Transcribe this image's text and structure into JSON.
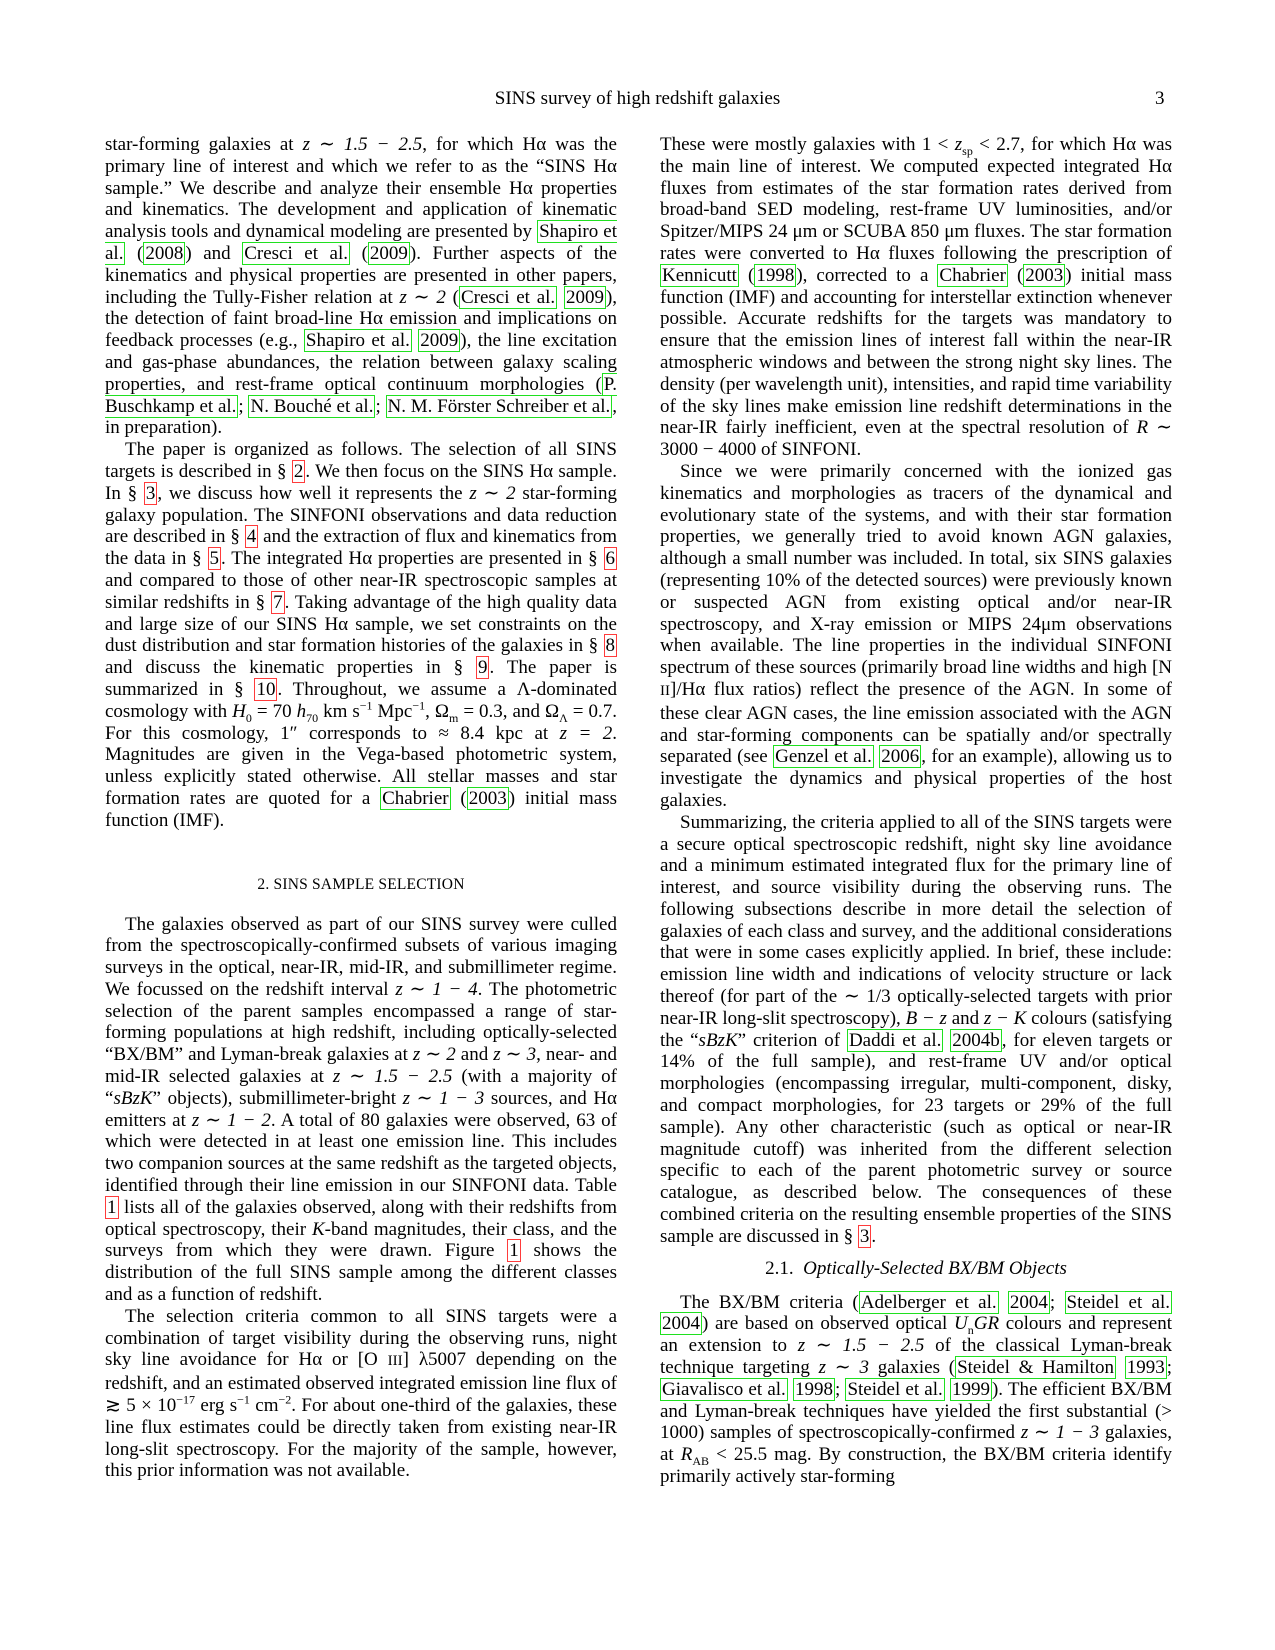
{
  "header": {
    "running_title": "SINS survey of high redshift galaxies",
    "page_number": "3"
  },
  "left_column": {
    "p1": [
      "star-forming galaxies at ",
      "z ∼ 1.5 − 2.5",
      ", for which Hα was the primary line of interest and which we refer to as the “SINS Hα sample.” We describe and analyze their ensemble Hα properties and kinematics. The development and application of kinematic analysis tools and dynamical modeling are presented by ",
      "Shapiro et al.",
      " (",
      "2008",
      ") and ",
      "Cresci et al.",
      " (",
      "2009",
      "). Further aspects of the kinematics and physical properties are presented in other papers, including the Tully-Fisher relation at ",
      "z ∼ 2",
      " (",
      "Cresci et al.",
      " ",
      "2009",
      "), the detection of faint broad-line Hα emission and implications on feedback processes (e.g., ",
      "Shapiro et al.",
      " ",
      "2009",
      "), the line excitation and gas-phase abundances, the relation between galaxy scaling properties, and rest-frame optical continuum morphologies (",
      "P. Buschkamp et al.",
      "; ",
      "N. Bouché et al.",
      "; ",
      "N. M. Förster Schreiber et al.",
      ", in preparation)."
    ],
    "p2": [
      "The paper is organized as follows. The selection of all SINS targets is described in § ",
      "2",
      ". We then focus on the SINS Hα sample. In § ",
      "3",
      ", we discuss how well it represents the ",
      "z ∼ 2",
      " star-forming galaxy population. The SINFONI observations and data reduction are described in § ",
      "4",
      " and the extraction of flux and kinematics from the data in § ",
      "5",
      ". The integrated Hα properties are presented in § ",
      "6",
      " and compared to those of other near-IR spectroscopic samples at similar redshifts in § ",
      "7",
      ". Taking advantage of the high quality data and large size of our SINS Hα sample, we set constraints on the dust distribution and star formation histories of the galaxies in § ",
      "8",
      " and discuss the kinematic properties in § ",
      "9",
      ". The paper is summarized in § ",
      "10",
      ". Throughout, we assume a Λ-dominated cosmology with ",
      "H",
      "0",
      " = 70 ",
      "h",
      "70",
      " km s",
      "−1",
      " Mpc",
      "−1",
      ", Ω",
      "m",
      " = 0.3, and Ω",
      "Λ",
      " = 0.7. For this cosmology, 1″ corresponds to ≈ 8.4 kpc at ",
      "z = 2",
      ". Magnitudes are given in the Vega-based photometric system, unless explicitly stated otherwise. All stellar masses and star formation rates are quoted for a ",
      "Chabrier",
      " (",
      "2003",
      ") initial mass function (IMF)."
    ],
    "section_heading": "2.  SINS SAMPLE SELECTION",
    "p3": [
      "The galaxies observed as part of our SINS survey were culled from the spectroscopically-confirmed subsets of various imaging surveys in the optical, near-IR, mid-IR, and submillimeter regime. We focussed on the redshift interval ",
      "z ∼ 1 − 4",
      ". The photometric selection of the parent samples encompassed a range of star-forming populations at high redshift, including optically-selected “BX/BM” and Lyman-break galaxies at ",
      "z ∼ 2",
      " and ",
      "z ∼ 3",
      ", near- and mid-IR selected galaxies at ",
      "z ∼ 1.5 − 2.5",
      " (with a majority of “",
      "sBzK",
      "” objects), submillimeter-bright ",
      "z ∼ 1 − 3",
      " sources, and Hα emitters at ",
      "z ∼ 1 − 2",
      ". A total of 80 galaxies were observed, 63 of which were detected in at least one emission line. This includes two companion sources at the same redshift as the targeted objects, identified through their line emission in our SINFONI data. Table ",
      "1",
      " lists all of the galaxies observed, along with their redshifts from optical spectroscopy, their ",
      "K",
      "-band magnitudes, their class, and the surveys from which they were drawn. Figure ",
      "1",
      " shows the distribution of the full SINS sample among the different classes and as a function of redshift."
    ],
    "p4": [
      "The selection criteria common to all SINS targets were a combination of target visibility during the observing runs, night sky line avoidance for Hα or [O ",
      "III",
      "] λ5007 depending on the redshift, and an estimated observed integrated emission line flux of ≳ 5 × 10",
      "−17",
      " erg s",
      "−1",
      " cm",
      "−2",
      ". For about one-third of the galaxies, these line flux estimates could be directly taken from existing near-IR long-slit spectroscopy. For the majority of the sample, however, this prior information was not available."
    ]
  },
  "right_column": {
    "p1": [
      "These were mostly galaxies with 1 < ",
      "z",
      "sp",
      " < 2.7, for which Hα was the main line of interest. We computed expected integrated Hα fluxes from estimates of the star formation rates derived from broad-band SED modeling, rest-frame UV luminosities, and/or Spitzer/MIPS 24 μm or SCUBA 850 μm fluxes. The star formation rates were converted to Hα fluxes following the prescription of ",
      "Kennicutt",
      " (",
      "1998",
      "), corrected to a ",
      "Chabrier",
      " (",
      "2003",
      ") initial mass function (IMF) and accounting for interstellar extinction whenever possible. Accurate redshifts for the targets was mandatory to ensure that the emission lines of interest fall within the near-IR atmospheric windows and between the strong night sky lines. The density (per wavelength unit), intensities, and rapid time variability of the sky lines make emission line redshift determinations in the near-IR fairly inefficient, even at the spectral resolution of ",
      "R",
      " ∼ 3000 − 4000 of SINFONI."
    ],
    "p2": [
      "Since we were primarily concerned with the ionized gas kinematics and morphologies as tracers of the dynamical and evolutionary state of the systems, and with their star formation properties, we generally tried to avoid known AGN galaxies, although a small number was included. In total, six SINS galaxies (representing 10% of the detected sources) were previously known or suspected AGN from existing optical and/or near-IR spectroscopy, and X-ray emission or MIPS 24μm observations when available. The line properties in the individual SINFONI spectrum of these sources (primarily broad line widths and high [N ",
      "II",
      "]/Hα flux ratios) reflect the presence of the AGN. In some of these clear AGN cases, the line emission associated with the AGN and star-forming components can be spatially and/or spectrally separated (see ",
      "Genzel et al.",
      " ",
      "2006",
      ", for an example), allowing us to investigate the dynamics and physical properties of the host galaxies."
    ],
    "p3": [
      "Summarizing, the criteria applied to all of the SINS targets were a secure optical spectroscopic redshift, night sky line avoidance and a minimum estimated integrated flux for the primary line of interest, and source visibility during the observing runs. The following subsections describe in more detail the selection of galaxies of each class and survey, and the additional considerations that were in some cases explicitly applied. In brief, these include: emission line width and indications of velocity structure or lack thereof (for part of the ∼ 1/3 optically-selected targets with prior near-IR long-slit spectroscopy), ",
      "B − z",
      " and ",
      "z − K",
      " colours (satisfying the “",
      "sBzK",
      "” criterion of ",
      "Daddi et al.",
      " ",
      "2004b",
      ", for eleven targets or 14% of the full sample), and rest-frame UV and/or optical morphologies (encompassing irregular, multi-component, disky, and compact morphologies, for 23 targets or 29% of the full sample). Any other characteristic (such as optical or near-IR magnitude cutoff) was inherited from the different selection specific to each of the parent photometric survey or source catalogue, as described below. The consequences of these combined criteria on the resulting ensemble properties of the SINS sample are discussed in § ",
      "3",
      "."
    ],
    "subsection_number": "2.1.",
    "subsection_title": "Optically-Selected BX/BM Objects",
    "p4": [
      "The BX/BM criteria (",
      "Adelberger et al.",
      " ",
      "2004",
      "; ",
      "Steidel et al.",
      " ",
      "2004",
      ") are based on observed optical ",
      "U",
      "n",
      "GR",
      " colours and represent an extension to ",
      "z ∼ 1.5 − 2.5",
      " of the classical Lyman-break technique targeting ",
      "z ∼ 3",
      " galaxies (",
      "Steidel & Hamilton",
      " ",
      "1993",
      "; ",
      "Giavalisco et al.",
      " ",
      "1998",
      "; ",
      "Steidel et al.",
      " ",
      "1999",
      "). The efficient BX/BM and Lyman-break techniques have yielded the first substantial (> 1000) samples of spectroscopically-confirmed ",
      "z ∼ 1 − 3",
      " galaxies, at ",
      "R",
      "AB",
      " < 25.5 mag. By construction, the BX/BM criteria identify primarily actively star-forming"
    ]
  }
}
